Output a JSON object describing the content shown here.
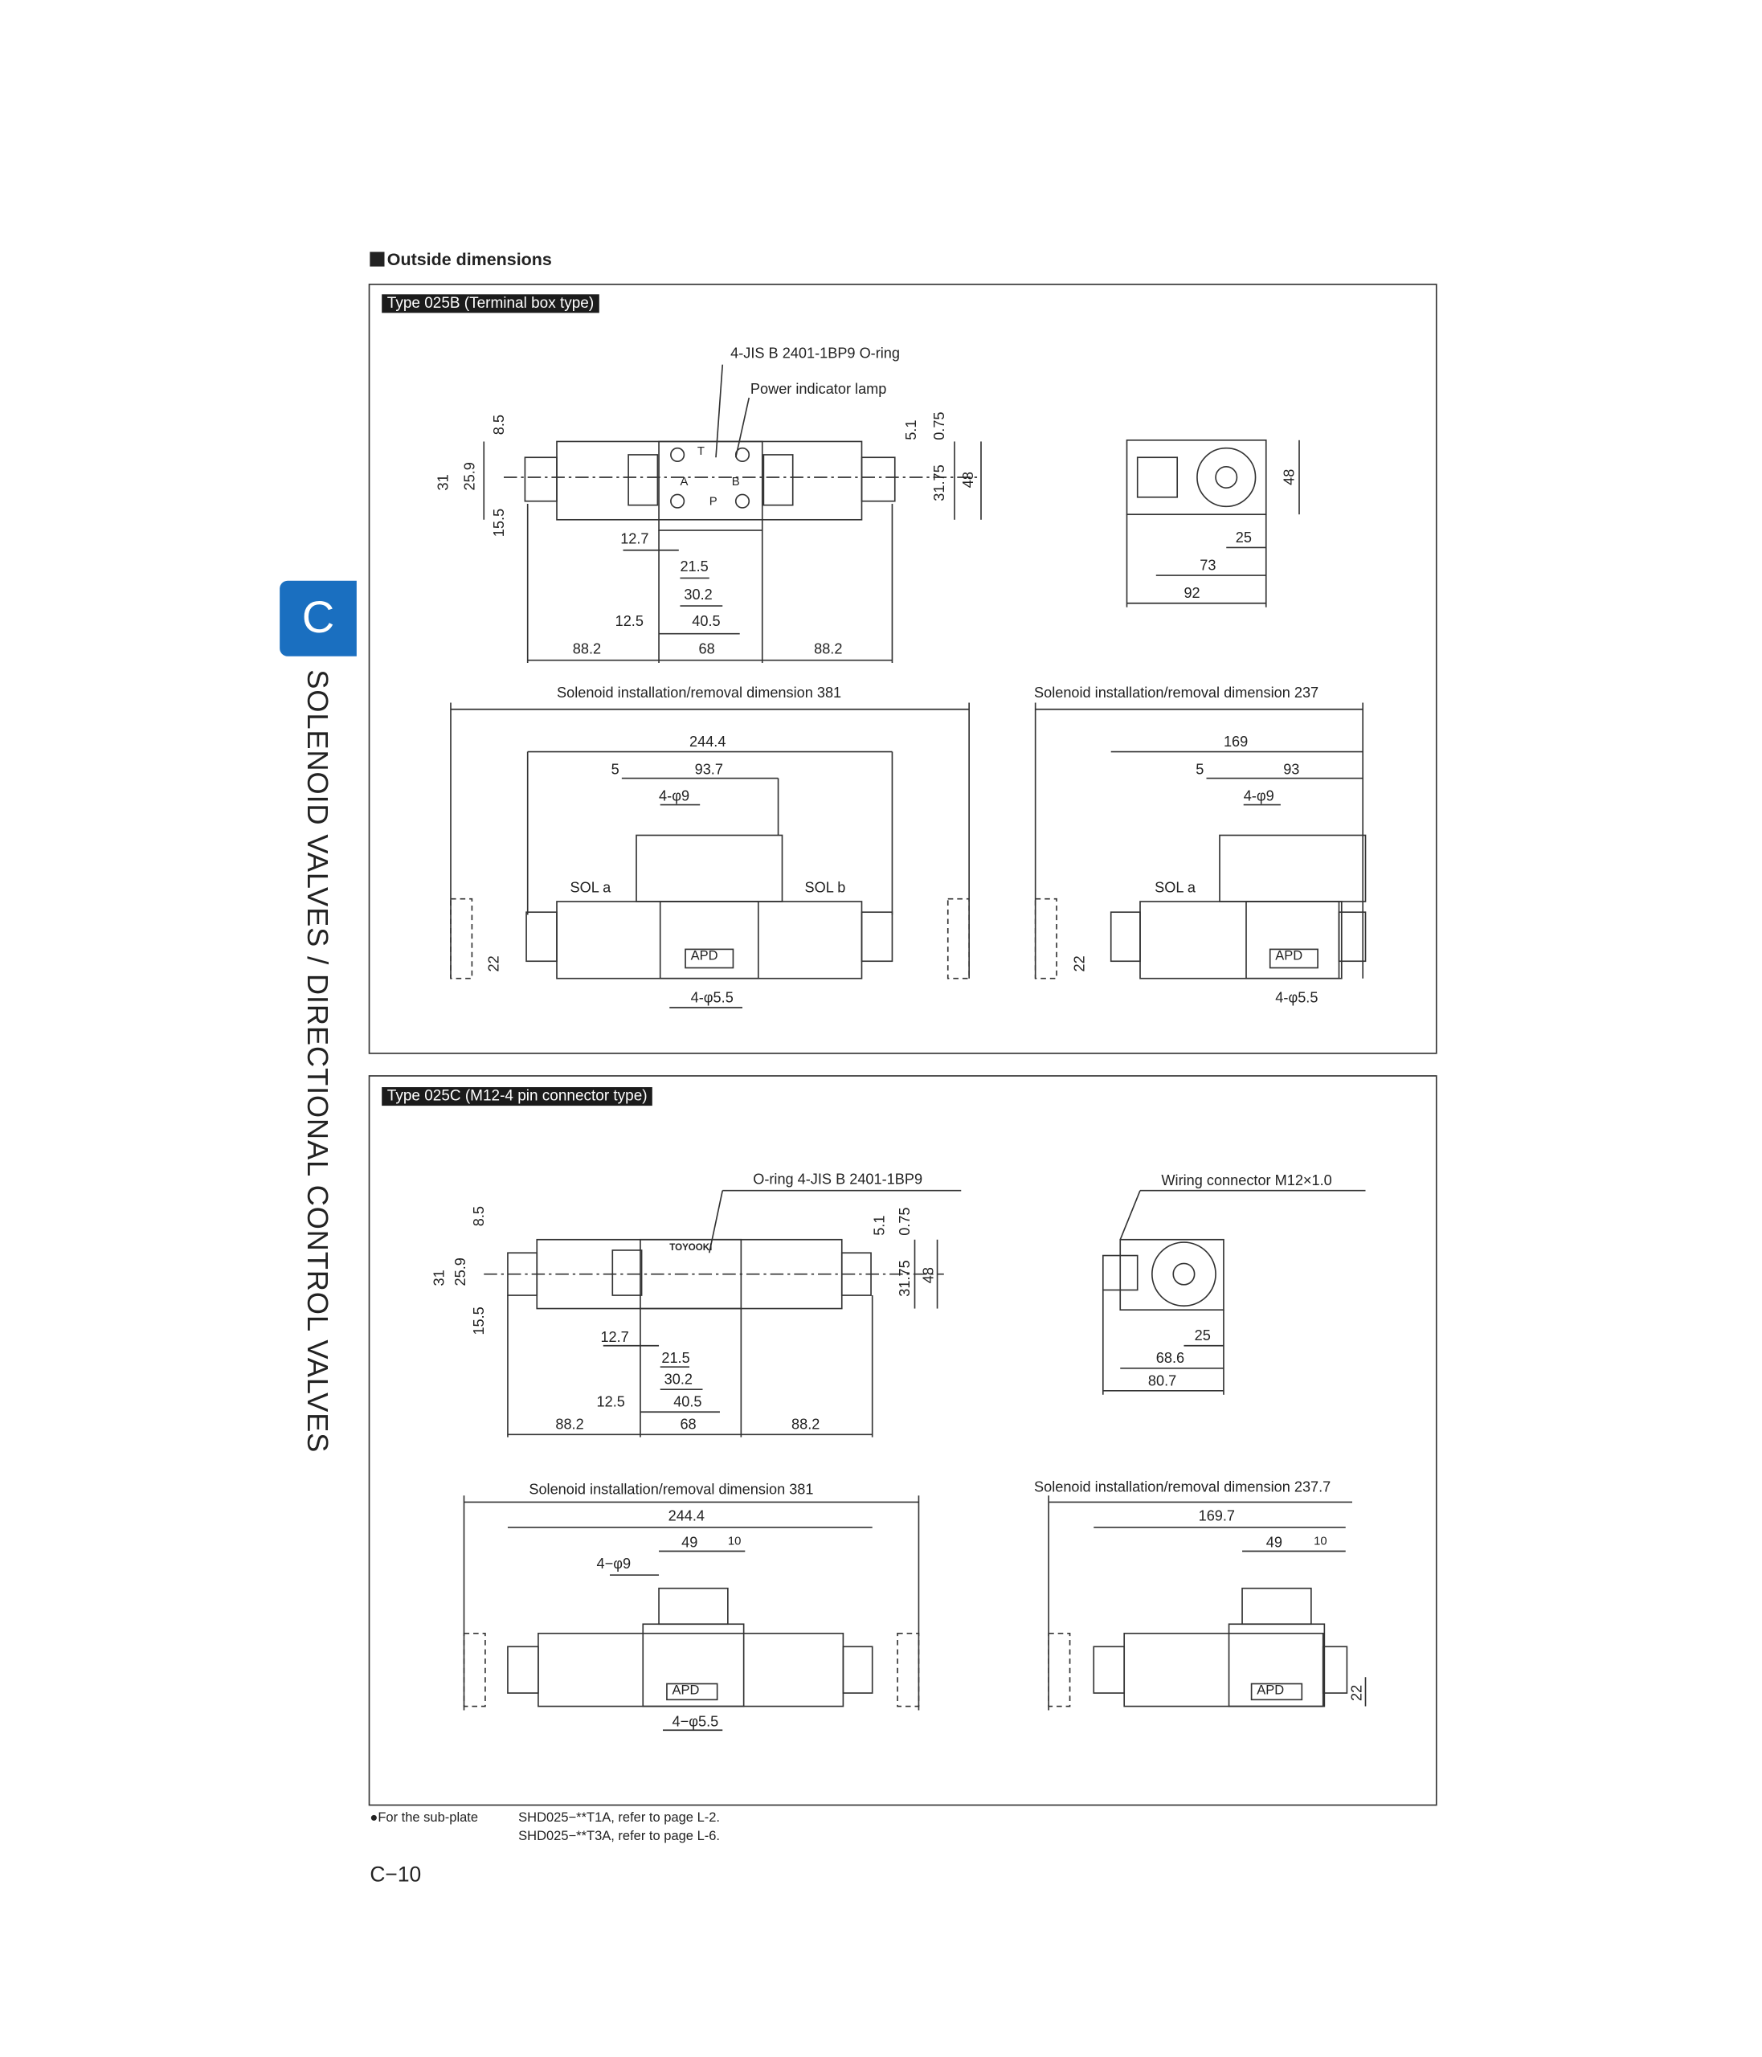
{
  "heading": "Outside dimensions",
  "side_tab": "C",
  "side_title": "SOLENOID VALVES / DIRECTIONAL CONTROL VALVES",
  "section1": {
    "title": "Type 025B (Terminal box type)",
    "callouts": [
      "4-JIS B 2401-1BP9 O-ring",
      "Power indicator lamp"
    ],
    "port_labels": [
      "T",
      "A",
      "B",
      "P"
    ],
    "top_dims_v": [
      "8.5",
      "31",
      "25.9",
      "15.5",
      "5.1",
      "0.75",
      "31.75",
      "48"
    ],
    "top_dims_h": [
      "12.7",
      "21.5",
      "30.2",
      "12.5",
      "40.5",
      "88.2",
      "68",
      "88.2"
    ],
    "side_dims": [
      "48",
      "25",
      "73",
      "92"
    ],
    "front_left": {
      "title": "Solenoid installation/removal dimension 381",
      "dims": [
        "244.4",
        "5",
        "93.7",
        "4-φ9",
        "22",
        "4-φ5.5"
      ],
      "sol": [
        "SOL a",
        "SOL b"
      ],
      "logo": "APD"
    },
    "front_right": {
      "title": "Solenoid installation/removal dimension 237",
      "dims": [
        "169",
        "5",
        "93",
        "4-φ9",
        "22",
        "4-φ5.5"
      ],
      "sol": [
        "SOL a"
      ],
      "logo": "APD"
    }
  },
  "section2": {
    "title": "Type 025C (M12-4 pin connector type)",
    "callouts": [
      "O-ring 4-JIS B 2401-1BP9",
      "Wiring connector M12×1.0"
    ],
    "brand": "TOYOOKI",
    "top_dims_v": [
      "8.5",
      "31",
      "25.9",
      "15.5",
      "5.1",
      "0.75",
      "31.75",
      "48"
    ],
    "top_dims_h": [
      "12.7",
      "21.5",
      "30.2",
      "12.5",
      "40.5",
      "88.2",
      "68",
      "88.2"
    ],
    "side_dims": [
      "25",
      "68.6",
      "80.7"
    ],
    "front_left": {
      "title": "Solenoid installation/removal dimension 381",
      "dims": [
        "244.4",
        "49",
        "10",
        "4−φ9",
        "4−φ5.5"
      ],
      "logo": "APD"
    },
    "front_right": {
      "title": "Solenoid installation/removal dimension 237.7",
      "dims": [
        "169.7",
        "49",
        "10",
        "22"
      ],
      "logo": "APD"
    }
  },
  "footnote": {
    "label": "●For the sub-plate",
    "lines": [
      "SHD025−**T1A, refer to page L-2.",
      "SHD025−**T3A, refer to page L-6."
    ]
  },
  "page_number": "C−10"
}
